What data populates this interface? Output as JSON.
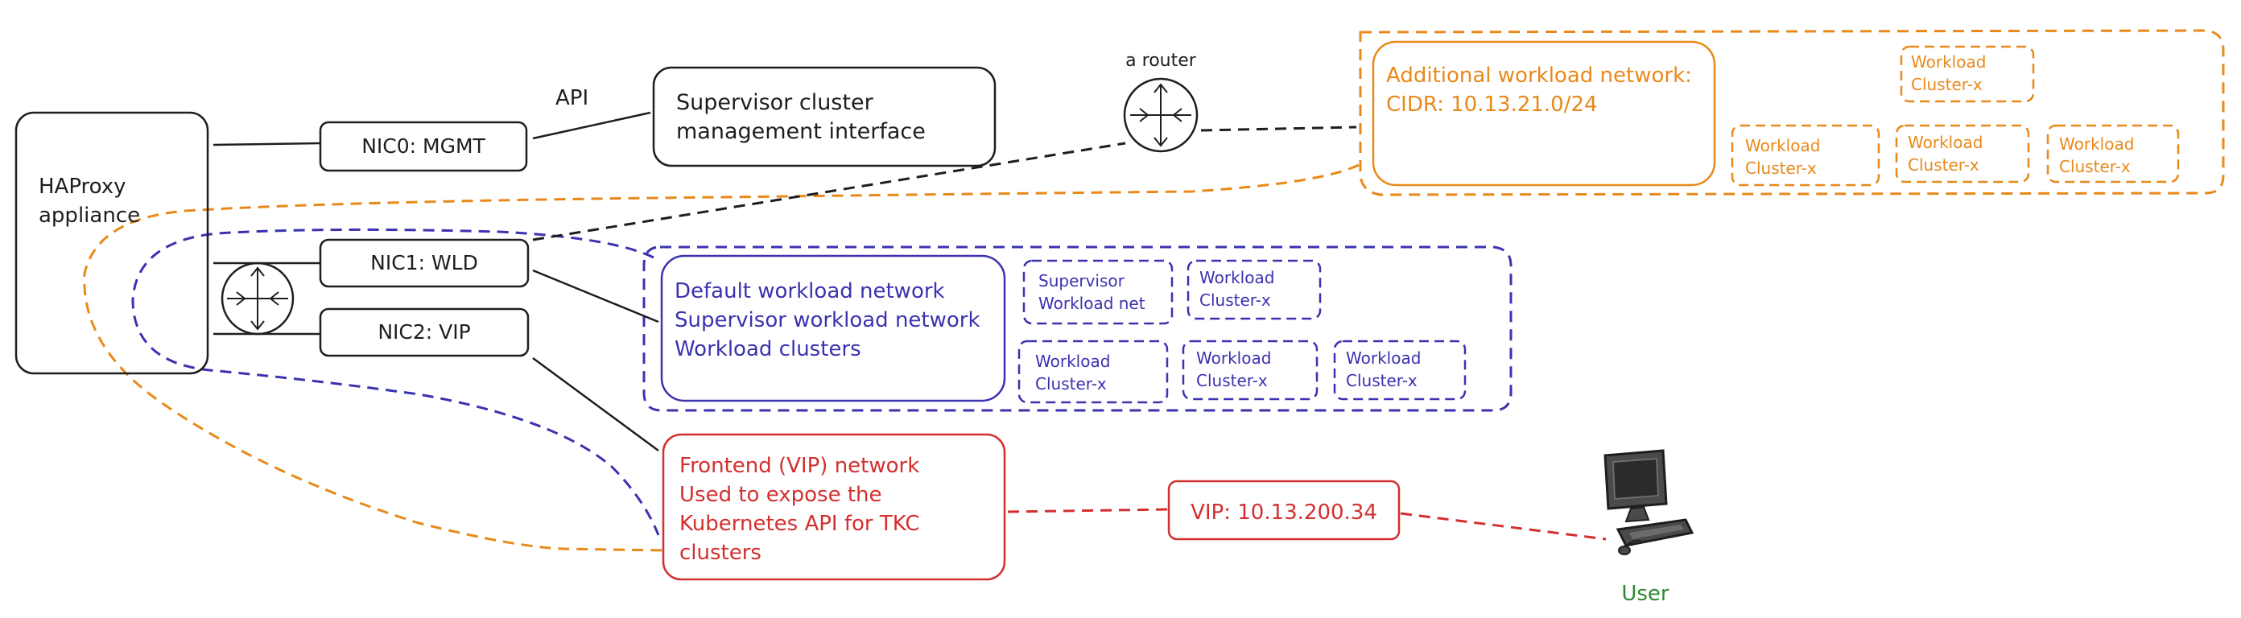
{
  "colors": {
    "black": "#1e1e1e",
    "blue": "#3b32b0",
    "orange": "#e8891a",
    "red": "#d42f2f",
    "green": "#2f8a2f"
  },
  "haproxy": {
    "line1": "HAProxy",
    "line2": "appliance"
  },
  "nics": {
    "mgmt": "NIC0: MGMT",
    "wld": "NIC1: WLD",
    "vip": "NIC2: VIP"
  },
  "api_label": "API",
  "supervisor_mgmt": {
    "line1": "Supervisor cluster",
    "line2": "management interface"
  },
  "router_label": "a router",
  "additional_network": {
    "line1": "Additional workload network:",
    "line2": "CIDR: 10.13.21.0/24"
  },
  "workload_cluster": {
    "line1": "Workload",
    "line2": "Cluster-x"
  },
  "default_network": {
    "line1": "Default workload network",
    "line2": "Supervisor workload network",
    "line3": "Workload clusters"
  },
  "supervisor_workload_net": {
    "line1": "Supervisor",
    "line2": "Workload net"
  },
  "frontend_network": {
    "line1": "Frontend (VIP) network",
    "line2": "Used to expose the",
    "line3": "Kubernetes API for TKC",
    "line4": "clusters"
  },
  "vip_address": "VIP: 10.13.200.34",
  "user_label": "User",
  "icons": [
    "router-icon",
    "router-icon",
    "computer-workstation-icon"
  ]
}
